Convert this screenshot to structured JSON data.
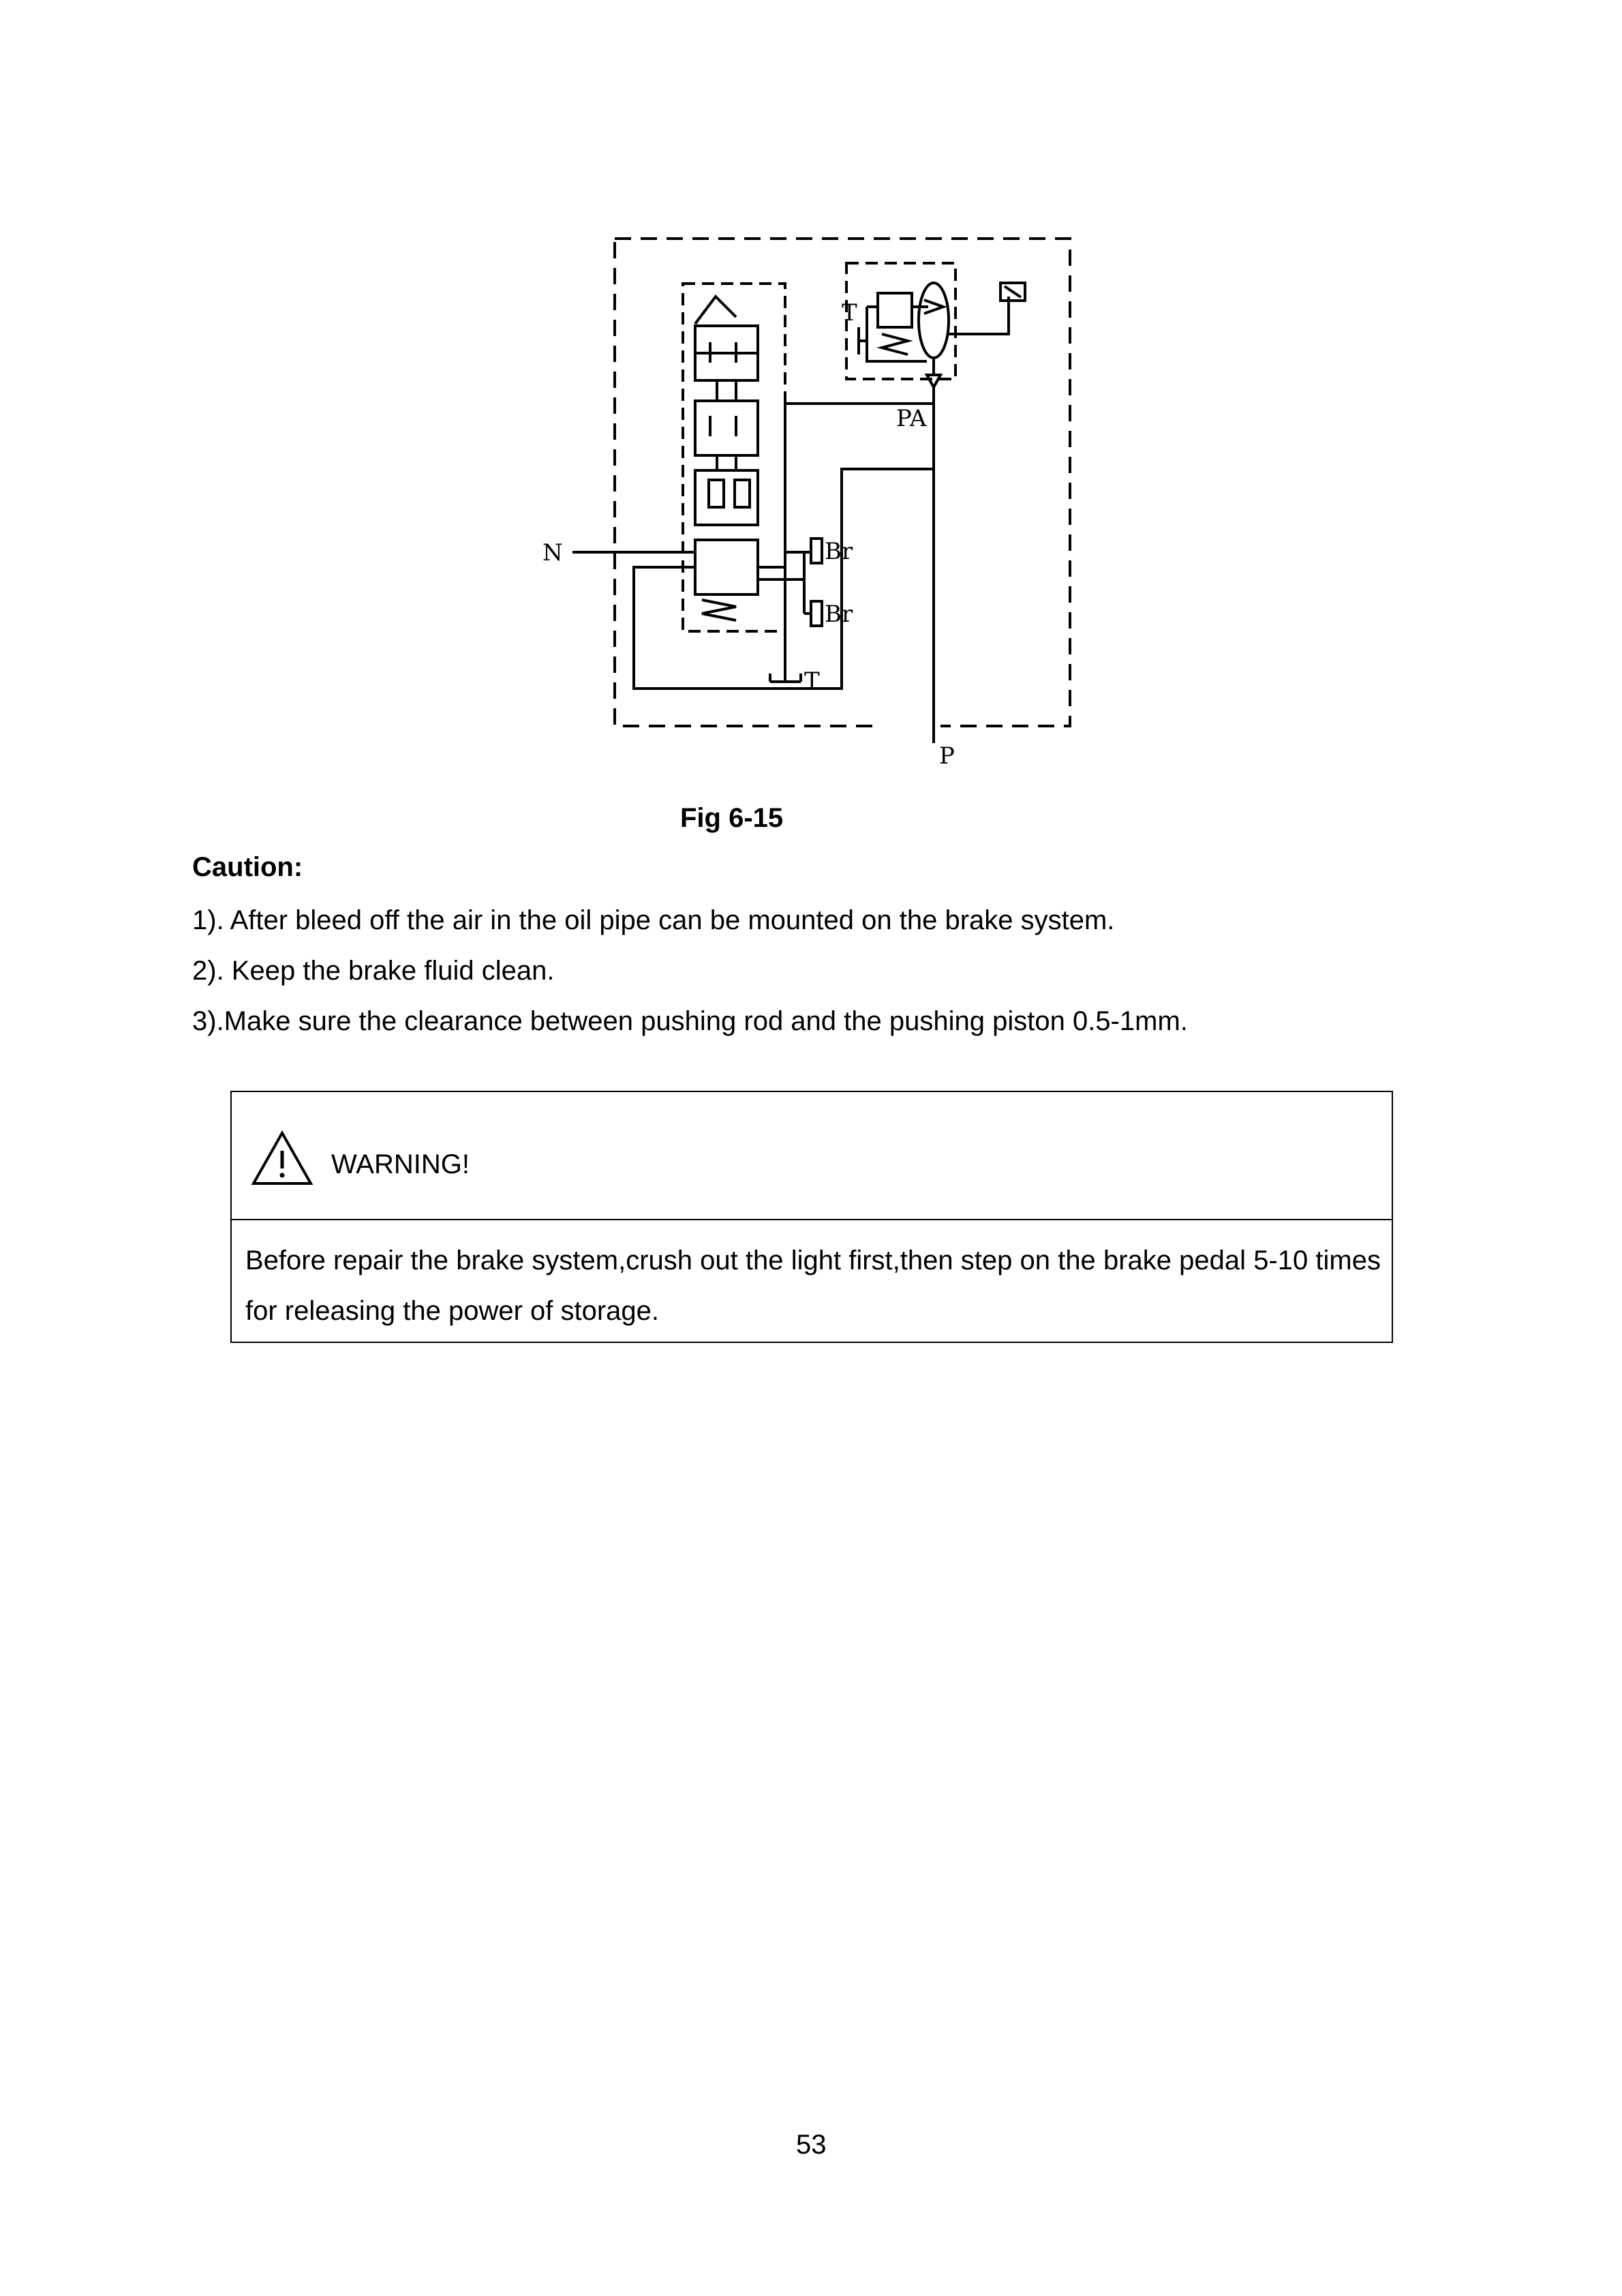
{
  "figure": {
    "caption": "Fig 6-15",
    "labels": {
      "n": "N",
      "t_top": "T",
      "pa": "PA",
      "br1": "Br",
      "br2": "Br",
      "t_bottom": "T",
      "p": "P"
    }
  },
  "caution": {
    "title": "Caution:",
    "items": [
      "1). After bleed off the air in the oil pipe can be mounted on the brake system.",
      "2). Keep the brake fluid clean.",
      "3).Make sure the clearance between pushing rod and the pushing piston 0.5-1mm."
    ]
  },
  "warning": {
    "icon": "warning-triangle-icon",
    "title": "WARNING!",
    "body": "Before repair the brake system,crush out the light first,then step on the brake pedal 5-10 times for releasing the power of storage."
  },
  "page_number": "53"
}
